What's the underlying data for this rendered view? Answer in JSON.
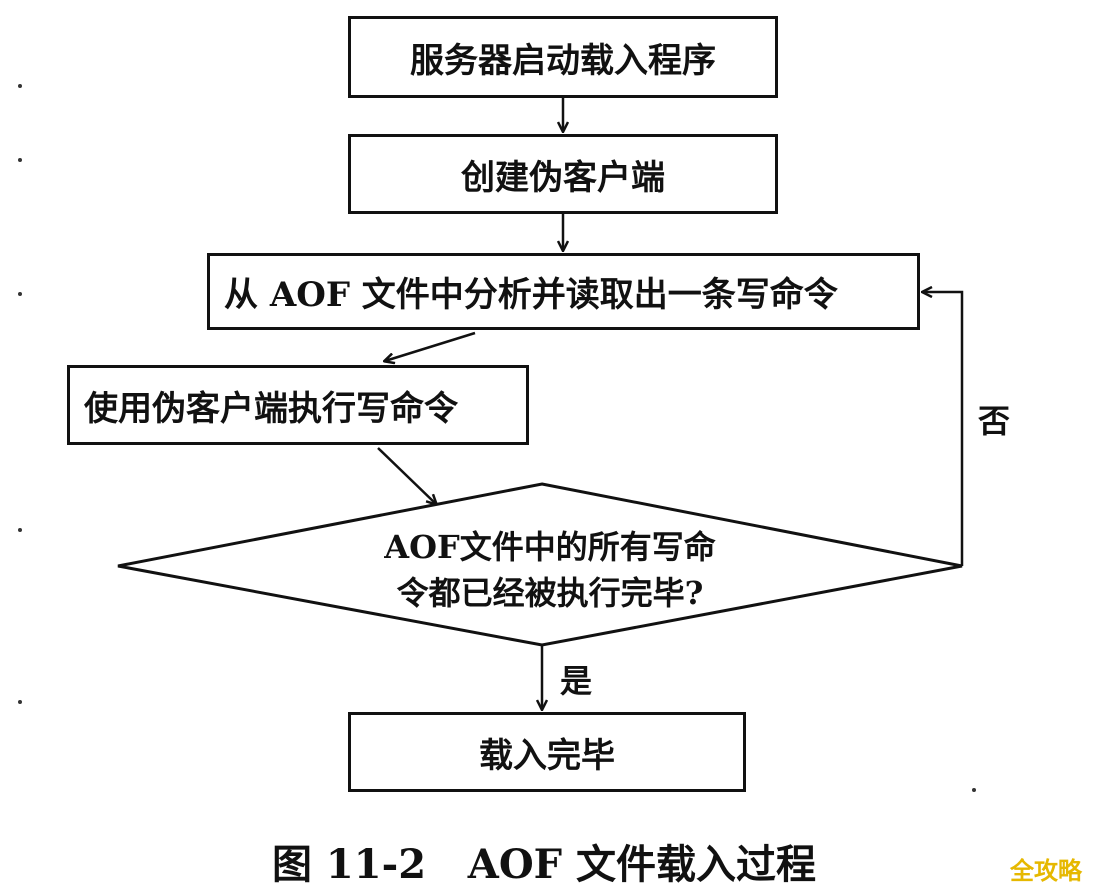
{
  "nodes": {
    "start": "服务器启动载入程序",
    "create_client": "创建伪客户端",
    "read_command": "从 AOF 文件中分析并读取出一条写命令",
    "execute_command": "使用伪客户端执行写命令",
    "decision_line1": "AOF文件中的所有写命",
    "decision_line2": "令都已经被执行完毕?",
    "done": "载入完毕"
  },
  "labels": {
    "yes": "是",
    "no": "否"
  },
  "caption": "图 11-2   AOF 文件载入过程",
  "watermark": "全攻略"
}
